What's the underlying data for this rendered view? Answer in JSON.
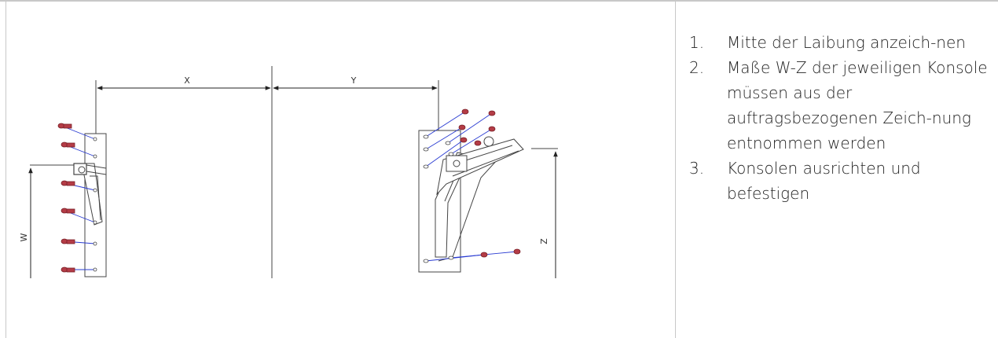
{
  "drawing": {
    "dimension_labels": {
      "x": "X",
      "y": "Y",
      "w": "W",
      "z": "Z"
    }
  },
  "instructions": [
    {
      "number": "1.",
      "text": "Mitte der Laibung anzeich-nen"
    },
    {
      "number": "2.",
      "text": "Maße W-Z der jeweiligen Konsole müssen aus der auftragsbezogenen Zeich-nung entnommen werden"
    },
    {
      "number": "3.",
      "text": "Konsolen ausrichten und befestigen"
    }
  ],
  "colors": {
    "bolt": "#b43c46",
    "bolt_line": "#2a3cd2",
    "line": "#333333",
    "rule": "#c8c8c8"
  }
}
